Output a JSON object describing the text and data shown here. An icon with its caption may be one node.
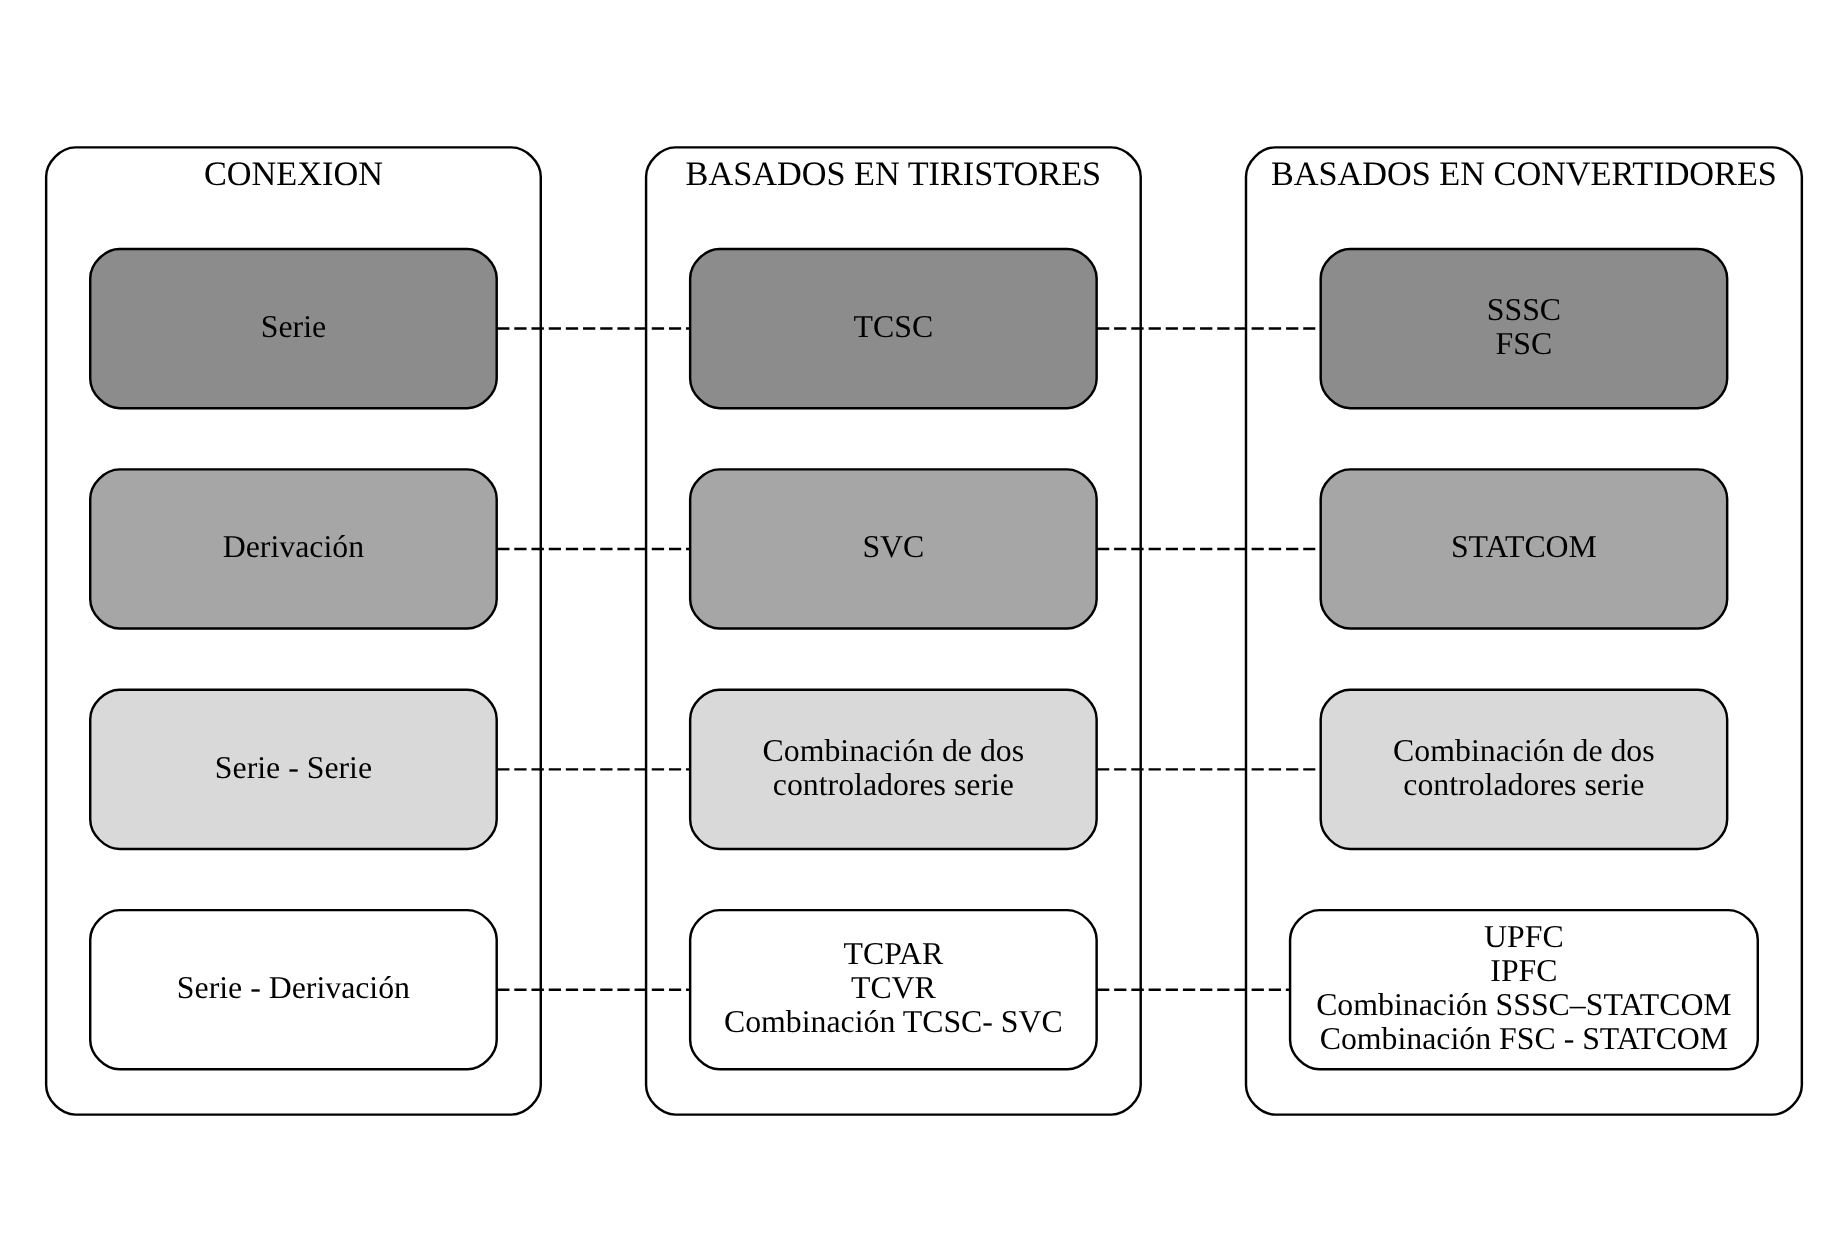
{
  "diagram": {
    "nodes": [
      {
        "text": [
          "CONEXION"
        ]
      },
      {
        "text": [
          "Serie"
        ],
        "in": 0
      },
      {
        "text": [
          "Derivación"
        ],
        "in": 0
      },
      {
        "text": [
          "Serie - Serie"
        ],
        "in": 0
      },
      {
        "text": [
          "Serie - Derivación"
        ],
        "in": 0
      },
      {
        "text": [
          "BASADOS EN TIRISTORES"
        ]
      },
      {
        "text": [
          "TCSC"
        ],
        "in": 5
      },
      {
        "text": [
          "SVC"
        ],
        "in": 5
      },
      {
        "text": [
          "Combinación de dos controladores serie"
        ],
        "in": 5
      },
      {
        "text": [
          "TCPAR",
          "TCVR",
          "Combinación TCSC- SVC"
        ],
        "in": 5
      },
      {
        "text": [
          "BASADOS EN CONVERTIDORES"
        ]
      },
      {
        "text": [
          "SSSC",
          "FSC"
        ],
        "in": 10
      },
      {
        "text": [
          "STATCOM"
        ],
        "in": 10
      },
      {
        "text": [
          "Combinación de dos controladores serie"
        ],
        "in": 10
      },
      {
        "text": [
          "UPFC",
          "IPFC",
          "Combinación SSSC–STATCOM",
          "Combinación FSC - STATCOM"
        ],
        "in": 10
      }
    ],
    "edges": [
      {
        "from": 1,
        "to": 6,
        "arrow": "none",
        "style": "dashed"
      },
      {
        "from": 6,
        "to": 11,
        "arrow": "none",
        "style": "dashed"
      },
      {
        "from": 2,
        "to": 7,
        "arrow": "none",
        "style": "dashed"
      },
      {
        "from": 7,
        "to": 12,
        "arrow": "none",
        "style": "dashed"
      },
      {
        "from": 3,
        "to": 8,
        "arrow": "none",
        "style": "dashed"
      },
      {
        "from": 8,
        "to": 13,
        "arrow": "none",
        "style": "dashed"
      },
      {
        "from": 4,
        "to": 9,
        "arrow": "none",
        "style": "dashed"
      },
      {
        "from": 9,
        "to": 14,
        "arrow": "none",
        "style": "dashed"
      }
    ]
  }
}
